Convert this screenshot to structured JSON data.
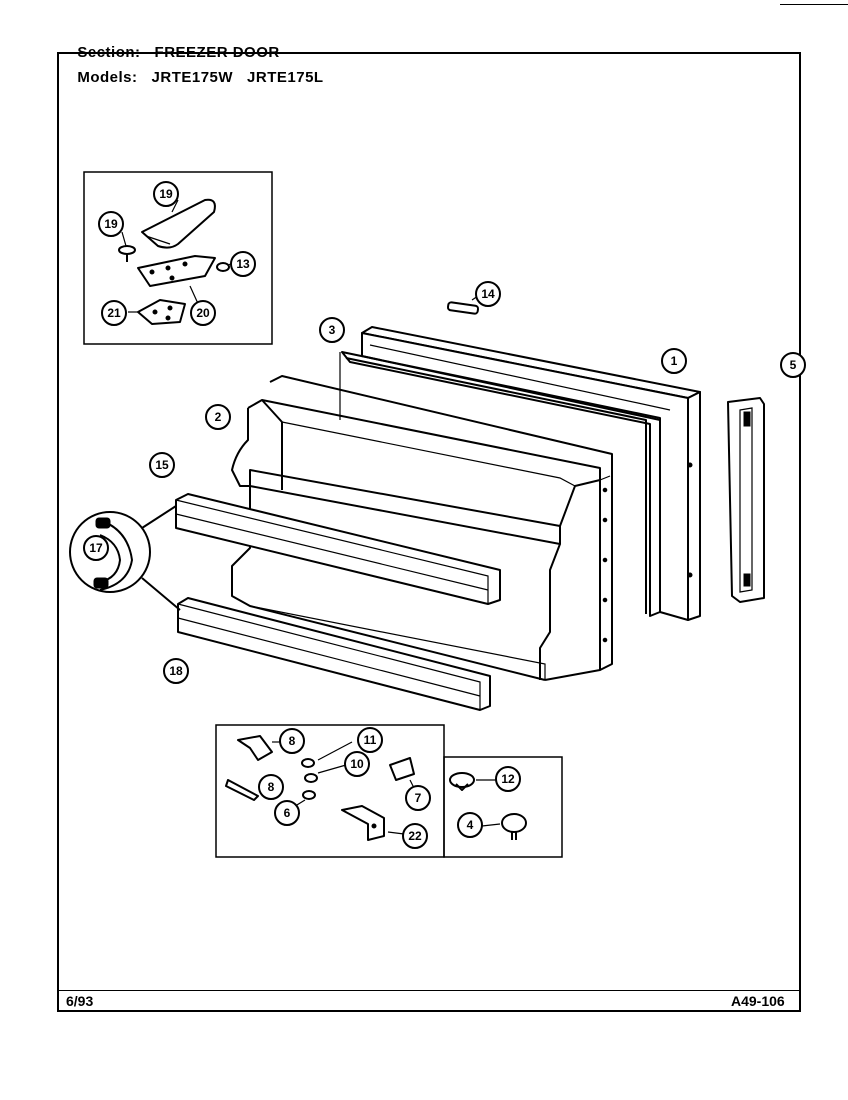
{
  "header": {
    "section_label": "Section:",
    "section_value": "FREEZER DOOR",
    "models_label": "Models:",
    "models_value": "JRTE175W   JRTE175L"
  },
  "footer": {
    "date": "6/93",
    "page_code": "A49-106"
  },
  "callouts": {
    "c1": "1",
    "c2": "2",
    "c3": "3",
    "c4": "4",
    "c5": "5",
    "c6": "6",
    "c7": "7",
    "c8a": "8",
    "c8b": "8",
    "c10": "10",
    "c11": "11",
    "c12": "12",
    "c13": "13",
    "c14": "14",
    "c15": "15",
    "c17": "17",
    "c18": "18",
    "c19": "19",
    "c20": "20",
    "c21": "21",
    "c22": "22",
    "c19b": "19"
  }
}
